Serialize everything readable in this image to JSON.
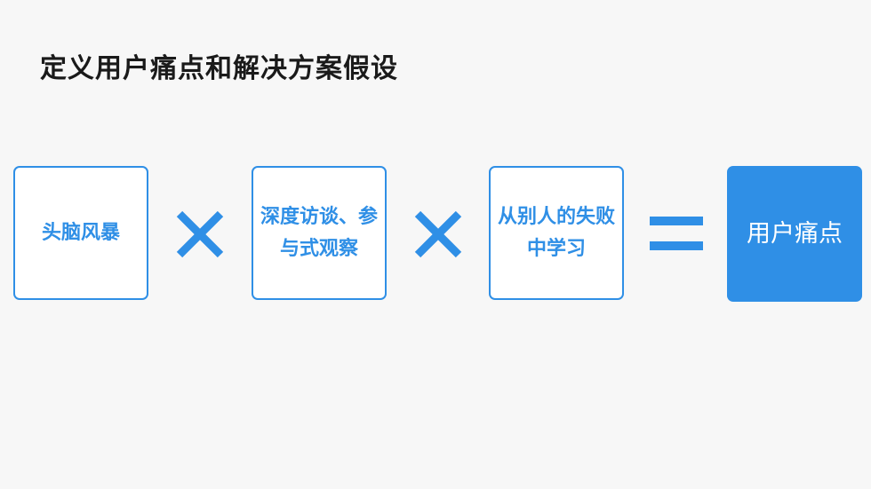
{
  "slide": {
    "title": "定义用户痛点和解决方案假设"
  },
  "diagram": {
    "inputs": [
      {
        "label": "头脑风暴"
      },
      {
        "label": "深度访谈、参与式观察"
      },
      {
        "label": "从别人的失败中学习"
      }
    ],
    "operators": [
      {
        "icon": "times-icon"
      },
      {
        "icon": "times-icon"
      },
      {
        "icon": "equals-icon"
      }
    ],
    "result": {
      "label": "用户痛点"
    }
  },
  "colors": {
    "accent": "#2f8fe6",
    "title_text": "#1a1a1a",
    "background": "#f7f7f7",
    "box_fill": "#ffffff"
  }
}
